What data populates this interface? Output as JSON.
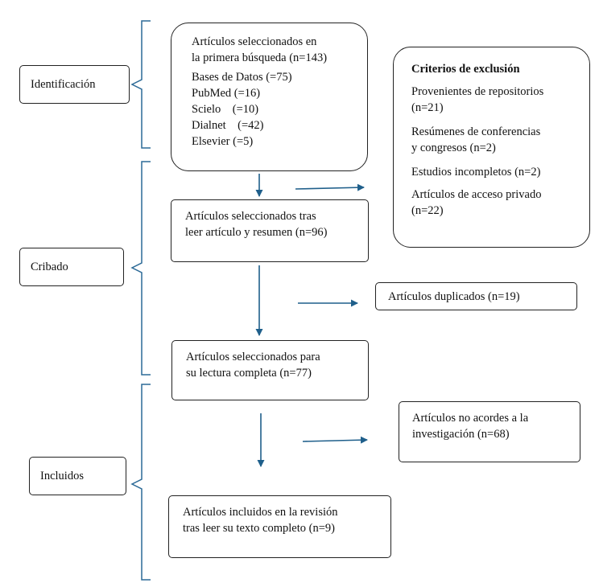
{
  "stages": {
    "identification": "Identificación",
    "screening": "Cribado",
    "included": "Incluidos"
  },
  "first_search": {
    "lines": [
      "Artículos seleccionados en",
      "la primera búsqueda (n=143)",
      "Bases de Datos (=75)",
      "PubMed (=16)",
      "Scielo    (=10)",
      "Dialnet    (=42)",
      "Elsevier (=5)"
    ]
  },
  "exclusion_criteria": {
    "title": "Criterios de exclusión",
    "items": [
      "Provenientes de repositorios",
      "(n=21)",
      "Resúmenes de conferencias",
      "y congresos (n=2)",
      "Estudios incompletos (n=2)",
      "Artículos de acceso privado",
      "(n=22)"
    ]
  },
  "after_abstract": {
    "lines": [
      "Artículos seleccionados tras",
      "leer artículo y resumen (n=96)"
    ]
  },
  "duplicates": {
    "label": "Artículos duplicados (n=19)"
  },
  "full_reading": {
    "lines": [
      "Artículos seleccionados para",
      "su lectura completa (n=77)"
    ]
  },
  "not_relevant": {
    "lines": [
      "Artículos no acordes a la",
      "investigación (n=68)"
    ]
  },
  "final_included": {
    "lines": [
      "Artículos incluidos en la revisión",
      "tras leer su texto completo (n=9)"
    ]
  },
  "colors": {
    "arrow": "#1f5f8b",
    "bracket": "#2c6a97",
    "border": "#222222"
  }
}
